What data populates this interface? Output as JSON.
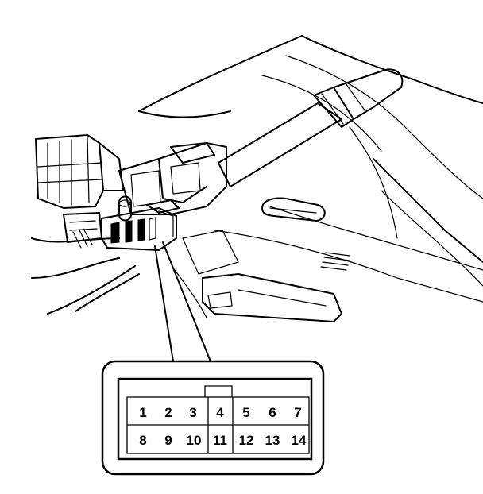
{
  "pins": {
    "top_row": [
      "1",
      "2",
      "3",
      "4",
      "5",
      "6",
      "7"
    ],
    "bottom_row": [
      "8",
      "9",
      "10",
      "11",
      "12",
      "13",
      "14"
    ]
  }
}
